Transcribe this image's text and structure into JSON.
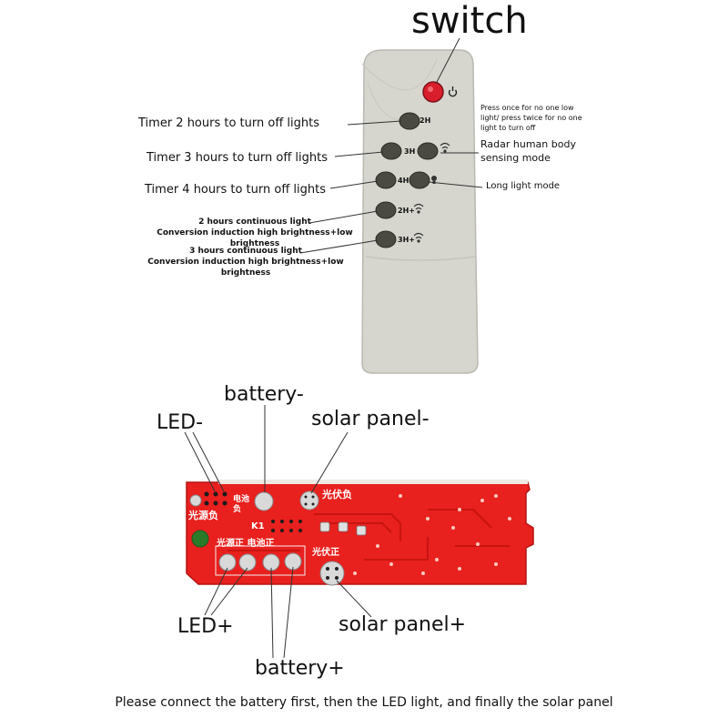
{
  "remote": {
    "switch_label": "switch",
    "buttons": [
      {
        "id": "power",
        "label": "⏻"
      },
      {
        "id": "2h",
        "label": "2H"
      },
      {
        "id": "3h",
        "label": "3H"
      },
      {
        "id": "4h",
        "label": "4H"
      },
      {
        "id": "2h-plus",
        "label": "2H+"
      },
      {
        "id": "3h-plus",
        "label": "3H+"
      }
    ],
    "annotations": {
      "power_note": "Press once for no one low light/ press twice for no one light to turn off",
      "timer2": "Timer 2 hours to turn off lights",
      "timer3": "Timer 3 hours to turn off lights",
      "timer4": "Timer 4 hours to turn off lights",
      "radar": "Radar human body sensing mode",
      "long_light": "Long light mode",
      "two_hours_title": "2 hours continuous light",
      "two_hours_desc": "Conversion induction high brightness+low brightness",
      "three_hours_title": "3 hours continuous light",
      "three_hours_desc": "Conversion induction high brightness+low brightness"
    }
  },
  "board": {
    "silk_led_minus": "光源负",
    "silk_battery_minus": "电池负",
    "silk_solar_minus": "光伏负",
    "silk_plus_row": "光源正 电池正",
    "silk_solar_plus": "光伏正",
    "silk_k1": "K1",
    "labels": {
      "led_minus": "LED-",
      "battery_minus": "battery-",
      "solar_minus": "solar panel-",
      "led_plus": "LED+",
      "solar_plus": "solar panel+",
      "battery_plus": "battery+"
    }
  },
  "footer": {
    "instruction": "Please connect the battery first, then the LED light, and finally the solar panel"
  },
  "colors": {
    "remote_body": "#d6d6cf",
    "button_dark": "#4a4a42",
    "power_red": "#d81e2c",
    "pcb_red": "#e8201e"
  }
}
